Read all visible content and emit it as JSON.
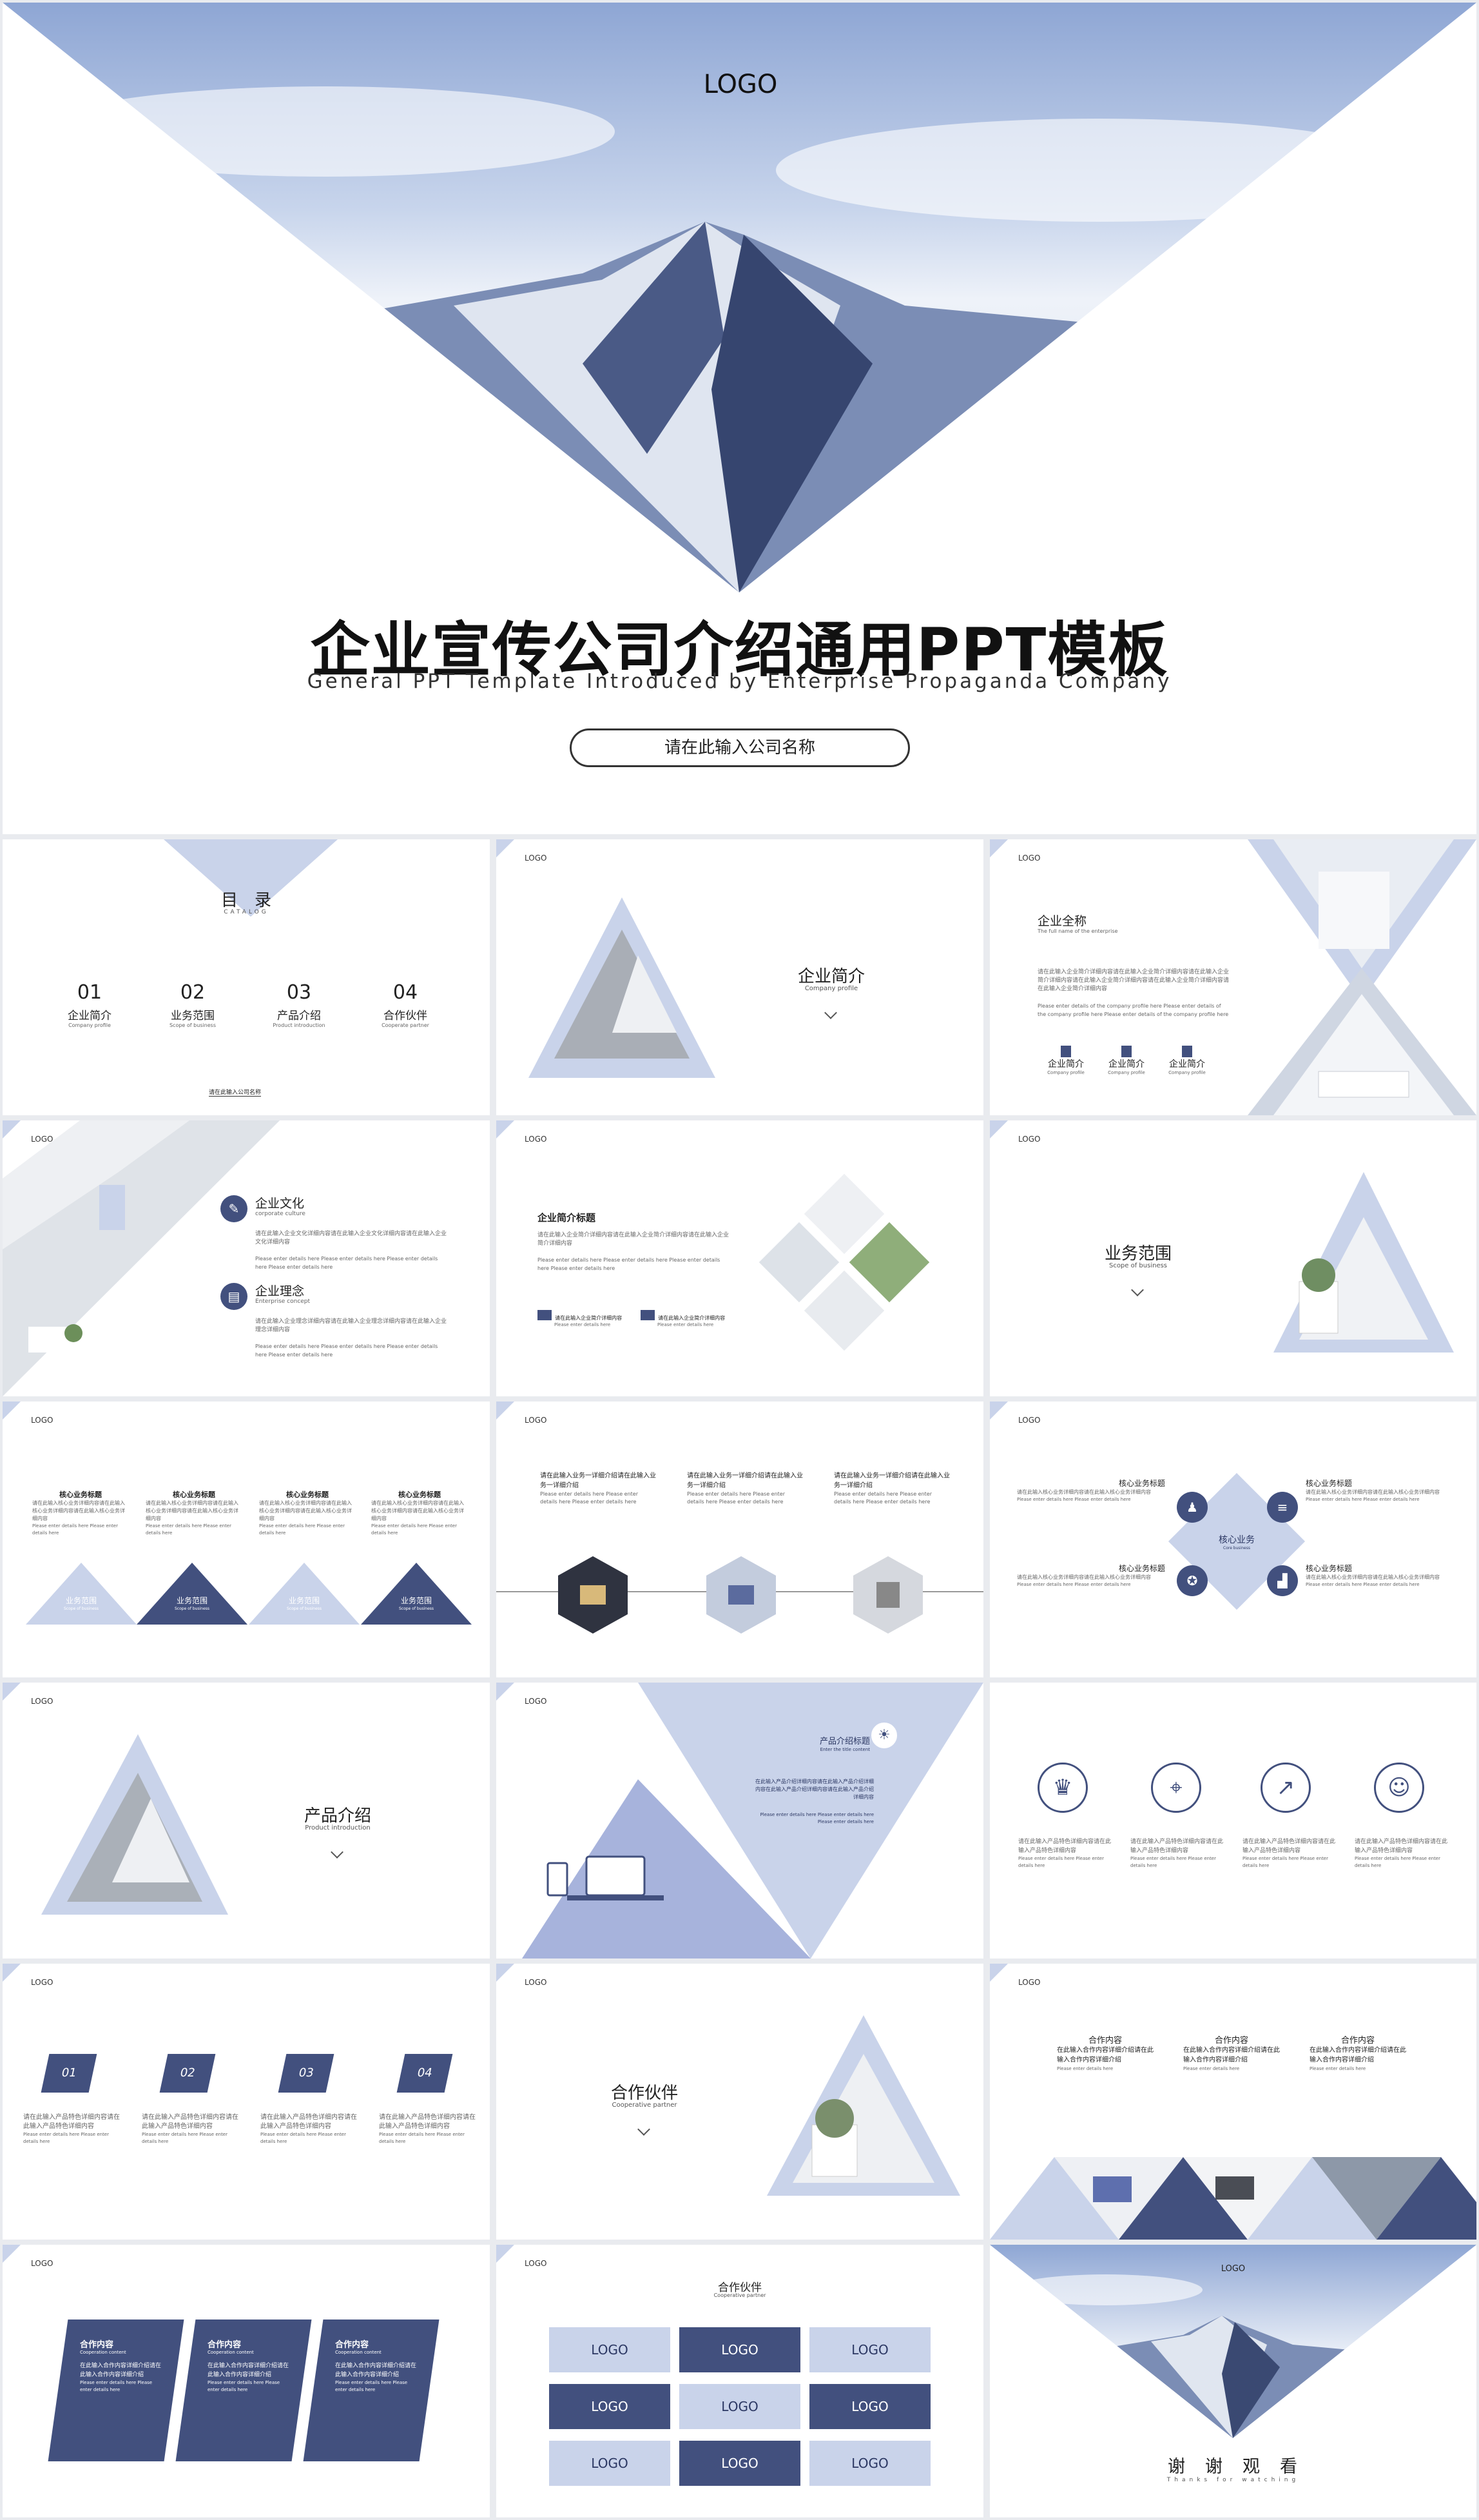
{
  "cover": {
    "logo": "LOGO",
    "title": "企业宣传公司介绍通用PPT模板",
    "subtitle": "General PPT Template Introduced by Enterprise Propaganda Company",
    "company_placeholder": "请在此输入公司名称"
  },
  "common": {
    "logo": "LOGO"
  },
  "catalog": {
    "title": "目　录",
    "title_en": "CATALOG",
    "items": [
      {
        "num": "01",
        "label": "企业简介",
        "en": "Company profile"
      },
      {
        "num": "02",
        "label": "业务范围",
        "en": "Scope of business"
      },
      {
        "num": "03",
        "label": "产品介绍",
        "en": "Product introduction"
      },
      {
        "num": "04",
        "label": "合作伙伴",
        "en": "Cooperate partner"
      }
    ],
    "footer": "请在此输入公司名称"
  },
  "profile_section": {
    "title": "企业简介",
    "en": "Company profile"
  },
  "company_full": {
    "title": "企业全称",
    "en": "The full name of the enterprise",
    "body": "请在此输入企业简介详细内容请在此输入企业简介详细内容请在此输入企业简介详细内容请在此输入企业简介详细内容请在此输入企业简介详细内容请在此输入企业简介详细内容",
    "body_en": "Please enter details of the company profile here Please enter details of the company profile here Please enter details of the company profile here",
    "icons": [
      {
        "label": "企业简介",
        "en": "Company profile"
      },
      {
        "label": "企业简介",
        "en": "Company profile"
      },
      {
        "label": "企业简介",
        "en": "Company profile"
      }
    ]
  },
  "culture": {
    "items": [
      {
        "title": "企业文化",
        "en": "corporate culture",
        "body": "请在此输入企业文化详细内容请在此输入企业文化详细内容请在此输入企业文化详细内容",
        "body_en": "Please enter details here Please enter details here Please enter details here Please enter details here"
      },
      {
        "title": "企业理念",
        "en": "Enterprise concept",
        "body": "请在此输入企业理念详细内容请在此输入企业理念详细内容请在此输入企业理念详细内容",
        "body_en": "Please enter details here Please enter details here Please enter details here Please enter details here"
      }
    ]
  },
  "profile_title": {
    "title": "企业简介标题",
    "body": "请在此输入企业简介详细内容请在此输入企业简介详细内容请在此输入企业简介详细内容",
    "body_en": "Please enter details here Please enter details here Please enter details here Please enter details here",
    "items": [
      {
        "label": "请在此输入企业简介详细内容",
        "en": "Please enter details here"
      },
      {
        "label": "请在此输入企业简介详细内容",
        "en": "Please enter details here"
      }
    ]
  },
  "business_section": {
    "title": "业务范围",
    "en": "Scope of business"
  },
  "core_business": {
    "items": [
      {
        "title": "核心业务标题",
        "body": "请在此输入核心业务详细内容请在此输入核心业务详细内容请在此输入核心业务详细内容",
        "en": "Please enter details here Please enter details here",
        "tri": "业务范围",
        "tri_en": "Scope of business"
      },
      {
        "title": "核心业务标题",
        "body": "请在此输入核心业务详细内容请在此输入核心业务详细内容请在此输入核心业务详细内容",
        "en": "Please enter details here Please enter details here",
        "tri": "业务范围",
        "tri_en": "Scope of business"
      },
      {
        "title": "核心业务标题",
        "body": "请在此输入核心业务详细内容请在此输入核心业务详细内容请在此输入核心业务详细内容",
        "en": "Please enter details here Please enter details here",
        "tri": "业务范围",
        "tri_en": "Scope of business"
      },
      {
        "title": "核心业务标题",
        "body": "请在此输入核心业务详细内容请在此输入核心业务详细内容请在此输入核心业务详细内容",
        "en": "Please enter details here Please enter details here",
        "tri": "业务范围",
        "tri_en": "Scope of business"
      }
    ]
  },
  "business_hex": {
    "items": [
      {
        "body": "请在此输入业务一详细介绍请在此输入业务一详细介绍",
        "en": "Please enter details here Please enter details here Please enter details here"
      },
      {
        "body": "请在此输入业务一详细介绍请在此输入业务一详细介绍",
        "en": "Please enter details here Please enter details here Please enter details here"
      },
      {
        "body": "请在此输入业务一详细介绍请在此输入业务一详细介绍",
        "en": "Please enter details here Please enter details here Please enter details here"
      }
    ]
  },
  "core_diamond": {
    "center": "核心业务",
    "center_en": "Core business",
    "items": [
      {
        "title": "核心业务标题",
        "body": "请在此输入核心业务详细内容请在此输入核心业务详细内容",
        "en": "Please enter details here Please enter details here"
      },
      {
        "title": "核心业务标题",
        "body": "请在此输入核心业务详细内容请在此输入核心业务详细内容",
        "en": "Please enter details here Please enter details here"
      },
      {
        "title": "核心业务标题",
        "body": "请在此输入核心业务详细内容请在此输入核心业务详细内容",
        "en": "Please enter details here Please enter details here"
      },
      {
        "title": "核心业务标题",
        "body": "请在此输入核心业务详细内容请在此输入核心业务详细内容",
        "en": "Please enter details here Please enter details here"
      }
    ]
  },
  "product_section": {
    "title": "产品介绍",
    "en": "Product introduction"
  },
  "product_intro": {
    "title": "产品介绍标题",
    "en": "Enter the title content",
    "body": "在此输入产品介绍详细内容请在此输入产品介绍详细内容在此输入产品介绍详细内容请在此输入产品介绍详细内容",
    "body_en": "Please enter details here Please enter details here Please enter details here"
  },
  "product_icons": {
    "items": [
      {
        "icon": "crown-icon",
        "glyph": "♛",
        "body": "请在此输入产品特色详细内容请在此输入产品特色详细内容",
        "en": "Please enter details here Please enter details here"
      },
      {
        "icon": "location-icon",
        "glyph": "⌖",
        "body": "请在此输入产品特色详细内容请在此输入产品特色详细内容",
        "en": "Please enter details here Please enter details here"
      },
      {
        "icon": "chart-icon",
        "glyph": "↗",
        "body": "请在此输入产品特色详细内容请在此输入产品特色详细内容",
        "en": "Please enter details here Please enter details here"
      },
      {
        "icon": "user-icon",
        "glyph": "☺",
        "body": "请在此输入产品特色详细内容请在此输入产品特色详细内容",
        "en": "Please enter details here Please enter details here"
      }
    ]
  },
  "product_numbers": {
    "items": [
      {
        "num": "01",
        "body": "请在此输入产品特色详细内容请在此输入产品特色详细内容",
        "en": "Please enter details here Please enter details here"
      },
      {
        "num": "02",
        "body": "请在此输入产品特色详细内容请在此输入产品特色详细内容",
        "en": "Please enter details here Please enter details here"
      },
      {
        "num": "03",
        "body": "请在此输入产品特色详细内容请在此输入产品特色详细内容",
        "en": "Please enter details here Please enter details here"
      },
      {
        "num": "04",
        "body": "请在此输入产品特色详细内容请在此输入产品特色详细内容",
        "en": "Please enter details here Please enter details here"
      }
    ]
  },
  "partner_section": {
    "title": "合作伙伴",
    "en": "Cooperative partner"
  },
  "coop_content": {
    "items": [
      {
        "title": "合作内容",
        "body": "在此输入合作内容详细介绍请在此输入合作内容详细介绍",
        "en": "Please enter details here"
      },
      {
        "title": "合作内容",
        "body": "在此输入合作内容详细介绍请在此输入合作内容详细介绍",
        "en": "Please enter details here"
      },
      {
        "title": "合作内容",
        "body": "在此输入合作内容详细介绍请在此输入合作内容详细介绍",
        "en": "Please enter details here"
      }
    ]
  },
  "coop_cards": {
    "items": [
      {
        "title": "合作内容",
        "en": "Cooperation content",
        "body": "在此输入合作内容详细介绍请在此输入合作内容详细介绍",
        "body_en": "Please enter details here Please enter details here"
      },
      {
        "title": "合作内容",
        "en": "Cooperation content",
        "body": "在此输入合作内容详细介绍请在此输入合作内容详细介绍",
        "body_en": "Please enter details here Please enter details here"
      },
      {
        "title": "合作内容",
        "en": "Cooperation content",
        "body": "在此输入合作内容详细介绍请在此输入合作内容详细介绍",
        "body_en": "Please enter details here Please enter details here"
      }
    ]
  },
  "partners_grid": {
    "title": "合作伙伴",
    "en": "Cooperative partner",
    "logos": [
      "LOGO",
      "LOGO",
      "LOGO",
      "LOGO",
      "LOGO",
      "LOGO",
      "LOGO",
      "LOGO",
      "LOGO"
    ]
  },
  "thanks": {
    "logo": "LOGO",
    "title": "谢　谢　观　看",
    "en": "Thanks for watching"
  },
  "colors": {
    "navy": "#42507e",
    "light": "#c9d3ea",
    "sky": "#9fb4da"
  }
}
